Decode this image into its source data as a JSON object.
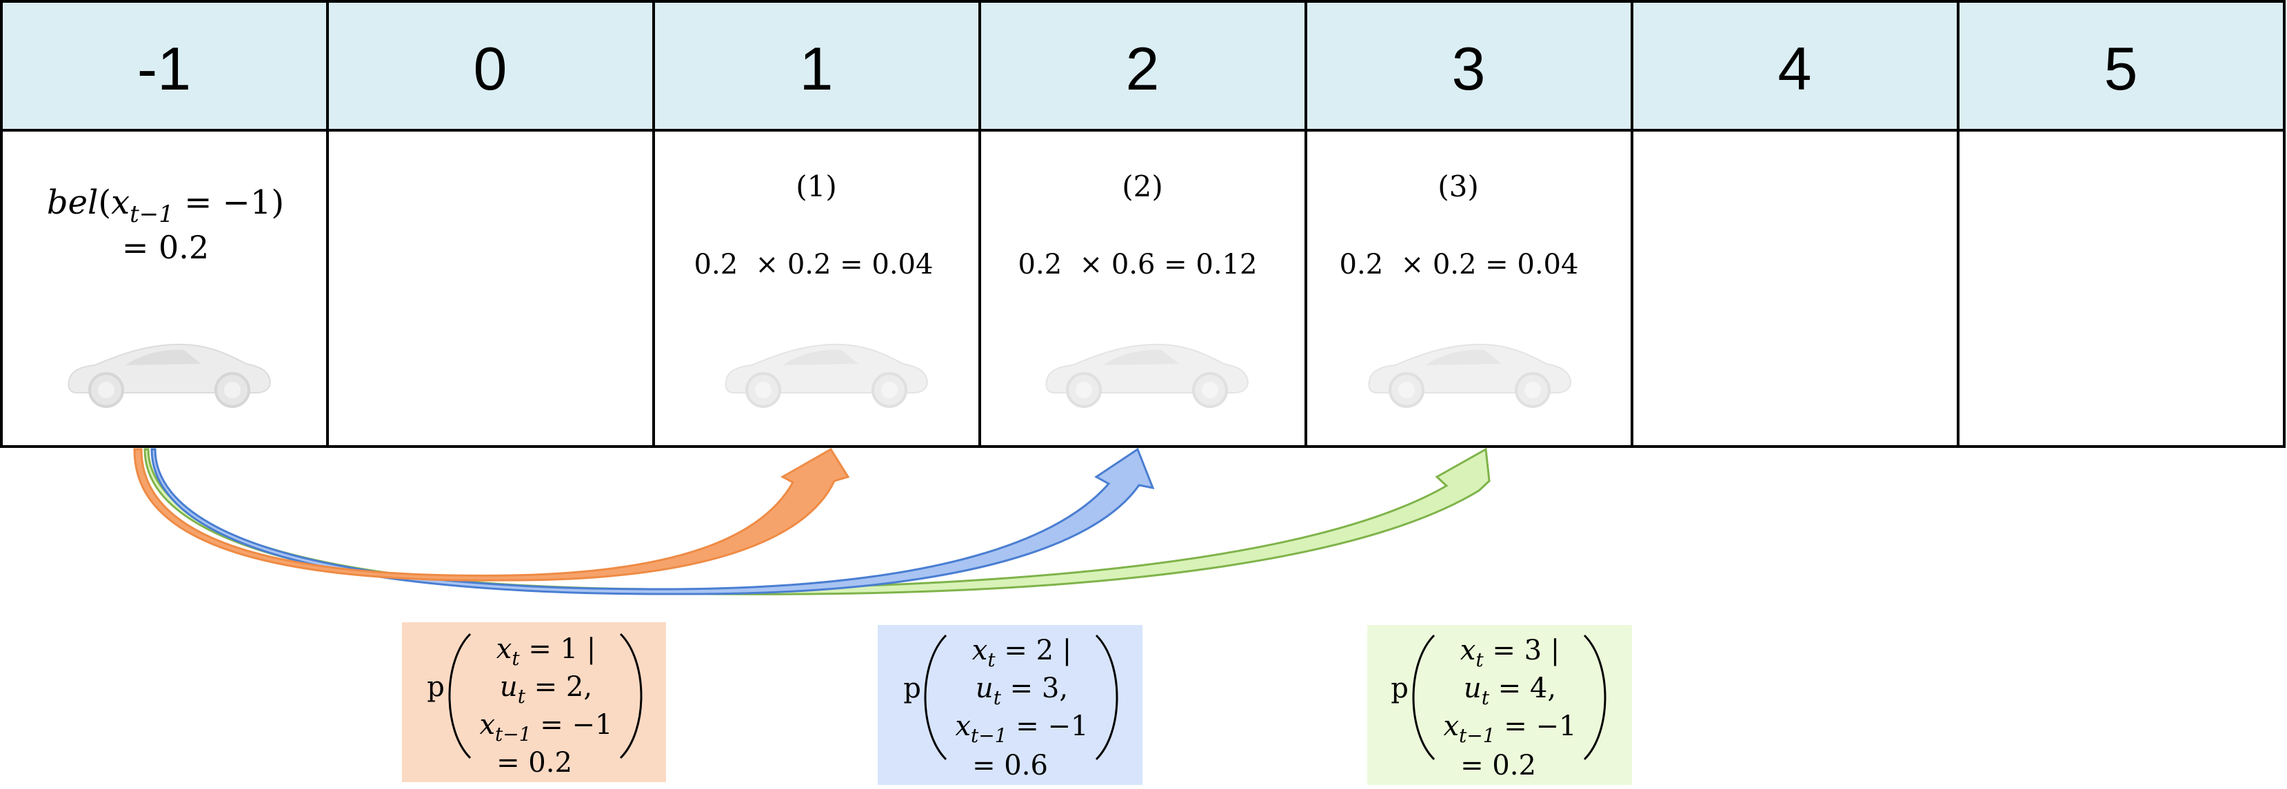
{
  "header_labels": [
    "-1",
    "0",
    "1",
    "2",
    "3",
    "4",
    "5"
  ],
  "belief": {
    "line1_fn": "bel",
    "line1_open": "(",
    "line1_var": "x",
    "line1_sub": "t−1",
    "line1_rest": " = −1)",
    "line2": "= 0.2"
  },
  "cells": [
    {
      "index_label": "(1)",
      "equation": "0.2  × 0.2 = 0.04"
    },
    {
      "index_label": "(2)",
      "equation": "0.2  × 0.6 = 0.12"
    },
    {
      "index_label": "(3)",
      "equation": "0.2  × 0.2 = 0.04"
    }
  ],
  "transitions": [
    {
      "x_value": "1",
      "u_value": "2",
      "prev_value": "−1",
      "result": "= 0.2",
      "color": "#fbdac4",
      "arrow": "#f6a36b",
      "arrow_stroke": "#ee8b45"
    },
    {
      "x_value": "2",
      "u_value": "3",
      "prev_value": "−1",
      "result": "= 0.6",
      "color": "#d7e4fb",
      "arrow": "#a9c4f2",
      "arrow_stroke": "#4a7ed2"
    },
    {
      "x_value": "3",
      "u_value": "4",
      "prev_value": "−1",
      "result": "= 0.2",
      "color": "#ecfadb",
      "arrow": "#d9f2b8",
      "arrow_stroke": "#7fb34a"
    }
  ],
  "colors": {
    "header_bg": "#dbeef4",
    "grid_line": "#000000"
  },
  "icons": {
    "car": "car-icon"
  }
}
